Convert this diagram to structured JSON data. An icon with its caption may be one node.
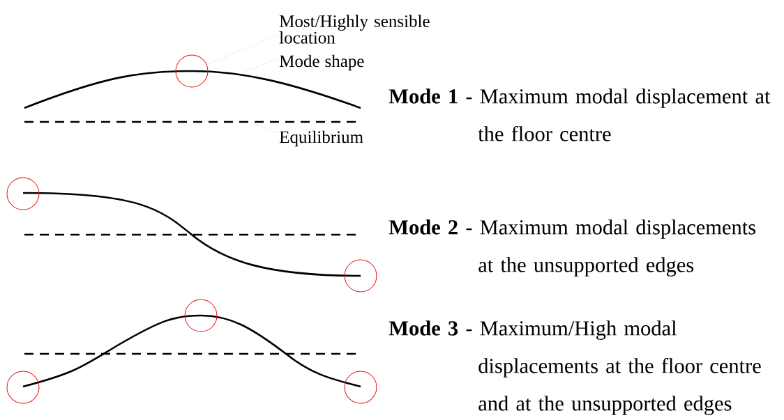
{
  "diagram": {
    "nodes": [
      {
        "text": [
          "Most/Highly sensible location"
        ]
      },
      {
        "text": [],
        "shape": "circle"
      },
      {
        "text": [
          "Mode shape"
        ]
      },
      {
        "text": [
          "Equilibrium"
        ]
      },
      {
        "text": [],
        "shape": "circle"
      },
      {
        "text": [],
        "shape": "circle"
      },
      {
        "text": [],
        "shape": "circle"
      },
      {
        "text": [],
        "shape": "circle"
      },
      {
        "text": [],
        "shape": "circle"
      }
    ],
    "edges": [
      {
        "from": 0,
        "to": 1,
        "arrow": "none"
      },
      {
        "from": 2,
        "to": null,
        "arrow": "none"
      },
      {
        "from": 3,
        "to": null,
        "arrow": "none"
      }
    ],
    "labels": [
      "**Mode 1** - Maximum modal displacement at the floor centre",
      "**Mode 2** - Maximum modal displacements at the unsupported edges",
      "**Mode 3** - Maximum/High modal displacements at the floor centre and at the unsupported edges"
    ]
  }
}
